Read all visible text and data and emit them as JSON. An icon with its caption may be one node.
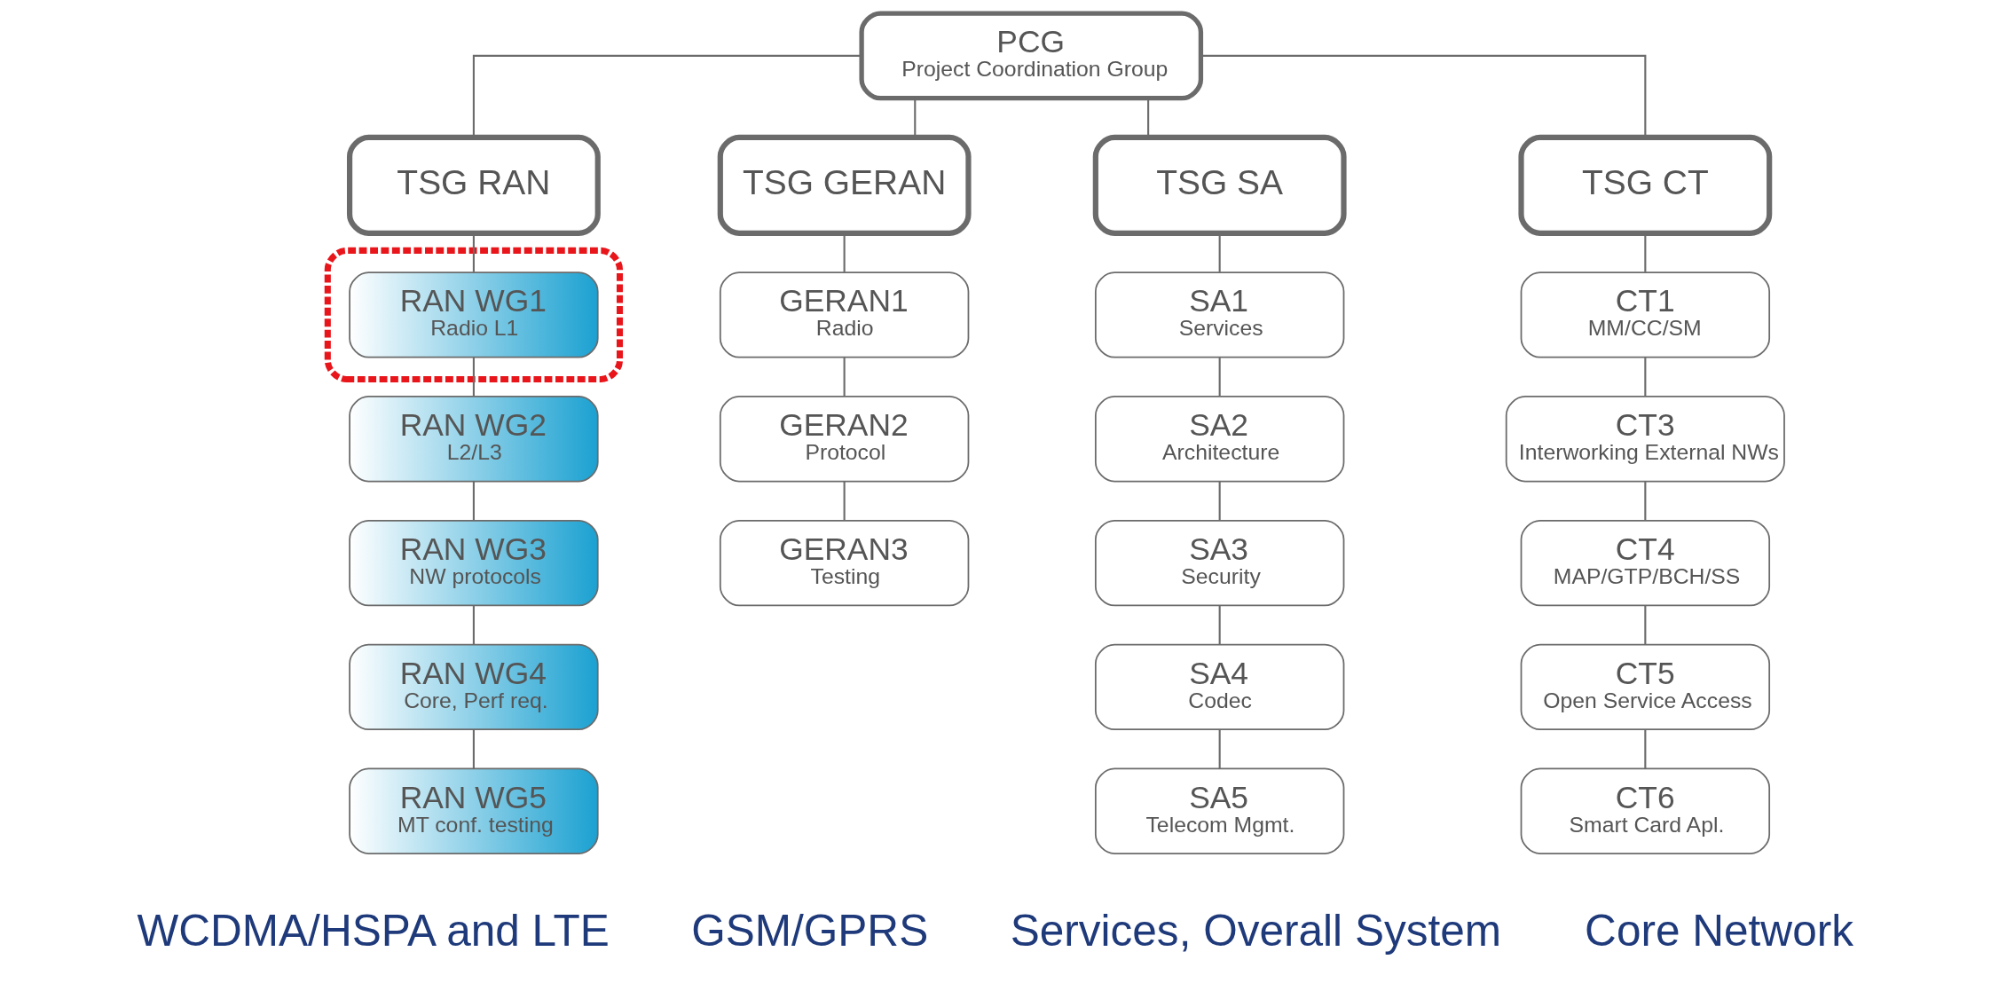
{
  "diagram": {
    "nodes": [
      {
        "text": [
          "PCG",
          "Project Coordination Group"
        ]
      },
      {
        "text": [
          "TSG RAN"
        ]
      },
      {
        "text": [],
        "shape": "ellipse"
      },
      {
        "text": [
          "RAN WG1",
          "Radio L1"
        ],
        "in": 2
      },
      {
        "text": [
          "RAN WG2",
          "L2/L3"
        ]
      },
      {
        "text": [
          "RAN WG3",
          "NW protocols"
        ]
      },
      {
        "text": [
          "RAN WG4",
          "Core, Perf req."
        ]
      },
      {
        "text": [
          "RAN WG5",
          "MT conf. testing"
        ]
      },
      {
        "text": [
          "TSG GERAN"
        ]
      },
      {
        "text": [
          "GERAN1",
          "Radio"
        ]
      },
      {
        "text": [
          "GERAN2",
          "Protocol"
        ]
      },
      {
        "text": [
          "GERAN3",
          "Testing"
        ]
      },
      {
        "text": [
          "TSG SA"
        ]
      },
      {
        "text": [
          "SA1",
          "Services"
        ]
      },
      {
        "text": [
          "SA2",
          "Architecture"
        ]
      },
      {
        "text": [
          "SA3",
          "Security"
        ]
      },
      {
        "text": [
          "SA4",
          "Codec"
        ]
      },
      {
        "text": [
          "SA5",
          "Telecom Mgmt."
        ]
      },
      {
        "text": [
          "TSG CT"
        ]
      },
      {
        "text": [
          "CT1",
          "MM/CC/SM"
        ]
      },
      {
        "text": [
          "CT3",
          "Interworking External NWs"
        ]
      },
      {
        "text": [
          "CT4",
          "MAP/GTP/BCH/SS"
        ]
      },
      {
        "text": [
          "CT5",
          "Open Service Access"
        ]
      },
      {
        "text": [
          "CT6",
          "Smart Card Apl."
        ]
      }
    ],
    "edges": [
      {
        "from": 0,
        "to": 1,
        "arrow": "none"
      },
      {
        "from": 0,
        "to": 8,
        "arrow": "none"
      },
      {
        "from": 0,
        "to": 12,
        "arrow": "none"
      },
      {
        "from": 0,
        "to": 18,
        "arrow": "none"
      },
      {
        "from": 1,
        "to": 3,
        "arrow": "none"
      },
      {
        "from": 3,
        "to": 4,
        "arrow": "none"
      },
      {
        "from": 4,
        "to": 5,
        "arrow": "none"
      },
      {
        "from": 5,
        "to": 6,
        "arrow": "none"
      },
      {
        "from": 6,
        "to": 7,
        "arrow": "none"
      },
      {
        "from": 8,
        "to": 9,
        "arrow": "none"
      },
      {
        "from": 9,
        "to": 10,
        "arrow": "none"
      },
      {
        "from": 10,
        "to": 11,
        "arrow": "none"
      },
      {
        "from": 12,
        "to": 13,
        "arrow": "none"
      },
      {
        "from": 13,
        "to": 14,
        "arrow": "none"
      },
      {
        "from": 14,
        "to": 15,
        "arrow": "none"
      },
      {
        "from": 15,
        "to": 16,
        "arrow": "none"
      },
      {
        "from": 16,
        "to": 17,
        "arrow": "none"
      },
      {
        "from": 18,
        "to": 19,
        "arrow": "none"
      },
      {
        "from": 19,
        "to": 20,
        "arrow": "none"
      },
      {
        "from": 20,
        "to": 21,
        "arrow": "none"
      },
      {
        "from": 21,
        "to": 22,
        "arrow": "none"
      },
      {
        "from": 22,
        "to": 23,
        "arrow": "none"
      }
    ],
    "labels": [
      "WCDMA/HSPA and LTE",
      "GSM/GPRS",
      "Services, Overall System",
      "Core Network"
    ]
  }
}
